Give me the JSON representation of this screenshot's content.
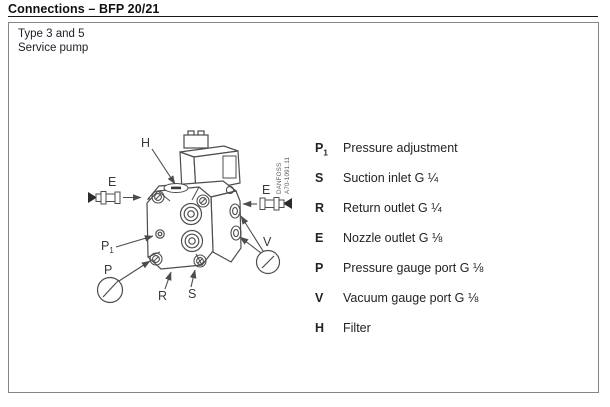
{
  "page": {
    "title": "Connections – BFP 20/21"
  },
  "panel": {
    "type_line1": "Type 3 and 5",
    "type_line2": "Service pump"
  },
  "diagram": {
    "watermark_line1": "DANFOSS",
    "watermark_line2": "A70-1091.11",
    "labels": {
      "h": "H",
      "e_left": "E",
      "e_right": "E",
      "p1_text": "P",
      "p1_sub": "1",
      "p": "P",
      "r": "R",
      "s": "S",
      "v": "V"
    }
  },
  "legend": {
    "items": [
      {
        "symbol": "P",
        "symbol_sub": "1",
        "text": "Pressure adjustment"
      },
      {
        "symbol": "S",
        "text": "Suction inlet G ¼"
      },
      {
        "symbol": "R",
        "text": "Return outlet G ¼"
      },
      {
        "symbol": "E",
        "text": "Nozzle outlet G ⅛"
      },
      {
        "symbol": "P",
        "text": "Pressure gauge port G ⅛"
      },
      {
        "symbol": "V",
        "text": "Vacuum gauge port G ⅛"
      },
      {
        "symbol": "H",
        "text": "Filter"
      }
    ]
  },
  "colors": {
    "line": "#4d4d4d",
    "text": "#232323",
    "box_border": "#858585"
  }
}
